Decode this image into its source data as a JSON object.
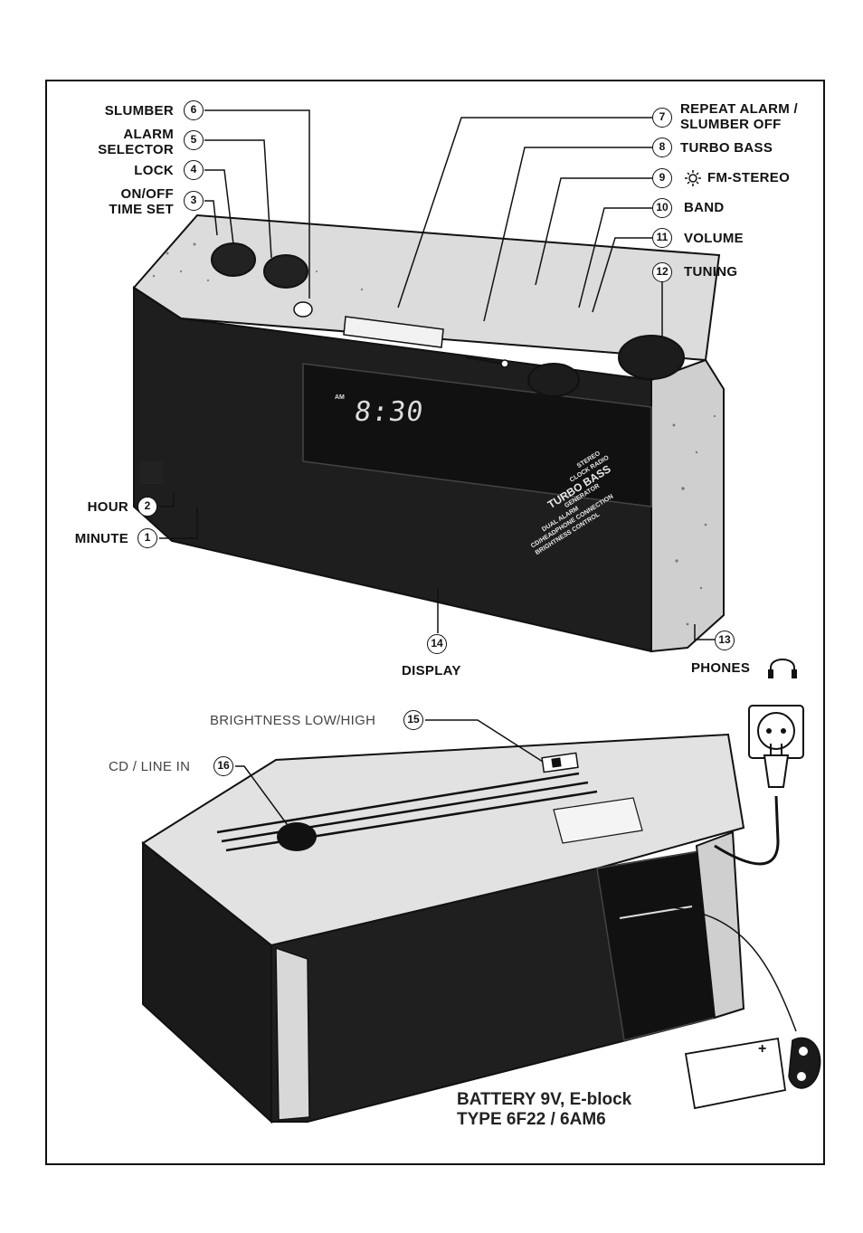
{
  "labels": {
    "slumber": "SLUMBER",
    "alarm_selector_1": "ALARM",
    "alarm_selector_2": "SELECTOR",
    "lock": "LOCK",
    "onoff_1": "ON/OFF",
    "onoff_2": "TIME SET",
    "repeat_alarm_1": "REPEAT ALARM /",
    "repeat_alarm_2": "SLUMBER OFF",
    "turbo_bass": "TURBO BASS",
    "fm_stereo": "FM-STEREO",
    "band": "BAND",
    "volume": "VOLUME",
    "tuning": "TUNING",
    "hour": "HOUR",
    "minute": "MINUTE",
    "display": "DISPLAY",
    "phones": "PHONES",
    "brightness": "BRIGHTNESS LOW/HIGH",
    "cd_line_in": "CD / LINE IN"
  },
  "numbers": {
    "n1": "1",
    "n2": "2",
    "n3": "3",
    "n4": "4",
    "n5": "5",
    "n6": "6",
    "n7": "7",
    "n8": "8",
    "n9": "9",
    "n10": "10",
    "n11": "11",
    "n12": "12",
    "n13": "13",
    "n14": "14",
    "n15": "15",
    "n16": "16"
  },
  "device": {
    "lcd_time": "8:30",
    "lcd_am": "AM",
    "badge_line1": "STEREO",
    "badge_line2": "CLOCK RADIO",
    "badge_line3": "TURBO BASS",
    "badge_line4": "GENERATOR",
    "badge_line5": "DUAL ALARM",
    "badge_line6": "CD/HEADPHONE CONNECTION",
    "badge_line7": "BRIGHTNESS CONTROL"
  },
  "battery": {
    "line1": "BATTERY 9V, E-block",
    "line2": "TYPE 6F22 / 6AM6",
    "plus": "+"
  },
  "colors": {
    "ink": "#111111",
    "device_dark": "#1a1a1a",
    "device_light": "#e6e6e6"
  }
}
